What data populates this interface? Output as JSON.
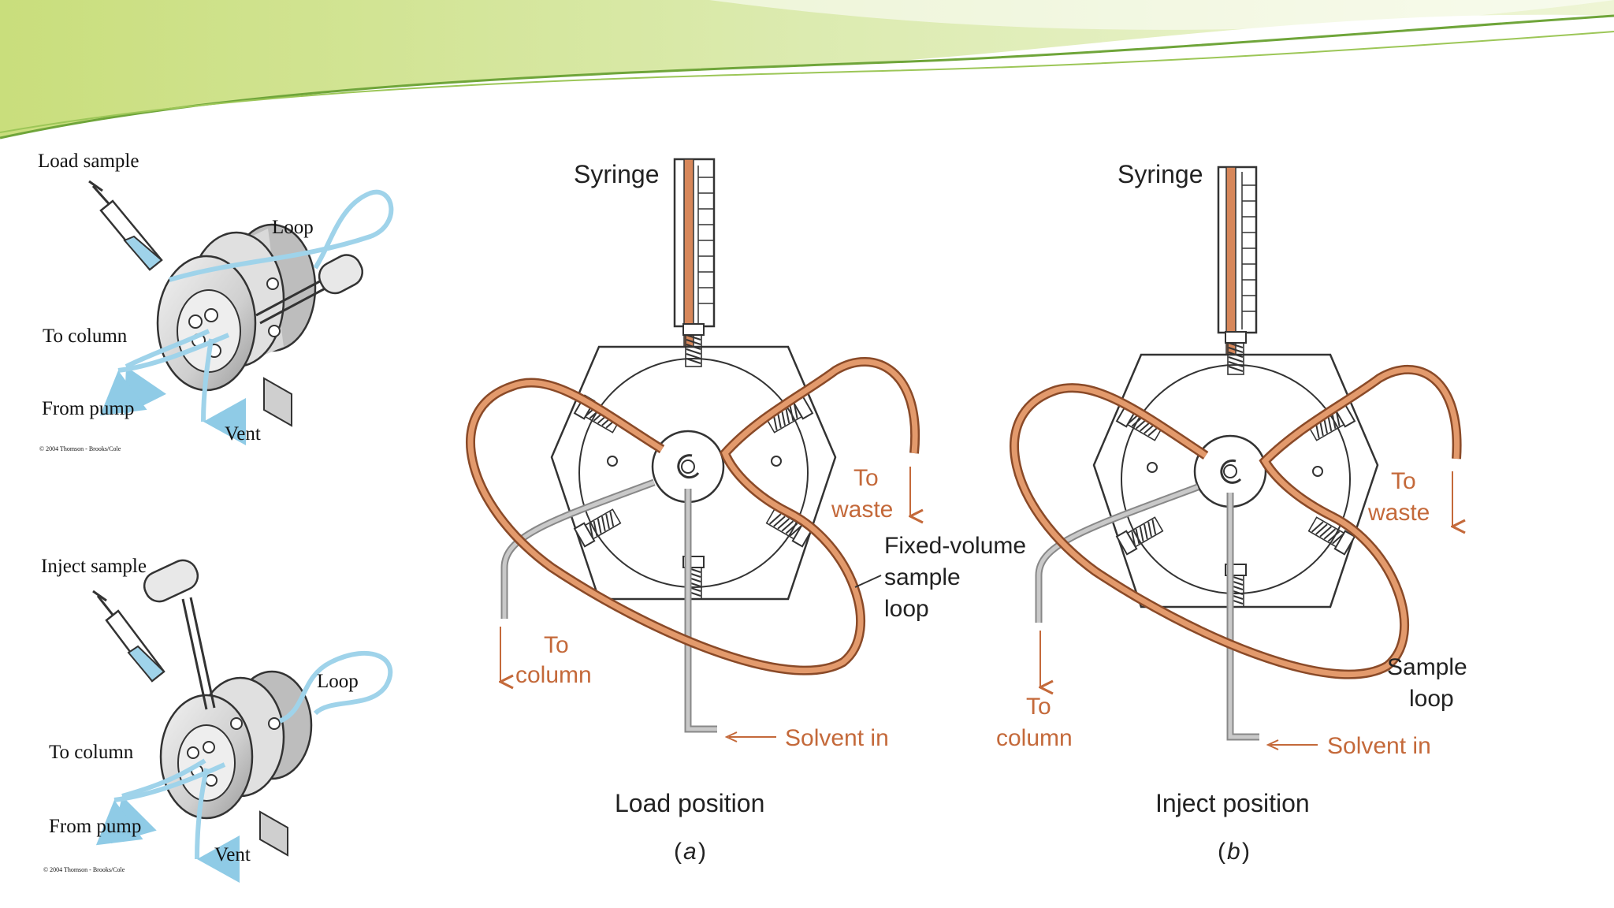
{
  "colors": {
    "loop": "#d7875a",
    "flow": "#9fd3ea",
    "steel": "#a7a7a7",
    "banner_light": "#d9e8a4",
    "banner_dark": "#6fa53a"
  },
  "upper_panel": {
    "title": "Load sample",
    "loop": "Loop",
    "to_column": "To column",
    "from_pump": "From pump",
    "vent": "Vent",
    "credit": "© 2004 Thomson - Brooks/Cole"
  },
  "lower_panel": {
    "title": "Inject sample",
    "loop": "Loop",
    "to_column": "To column",
    "from_pump": "From pump",
    "vent": "Vent",
    "credit": "© 2004 Thomson - Brooks/Cole"
  },
  "valve_a": {
    "syringe": "Syringe",
    "to_waste_1": "To",
    "to_waste_2": "waste",
    "loop_1": "Fixed-volume",
    "loop_2": "sample",
    "loop_3": "loop",
    "to_column_1": "To",
    "to_column_2": "column",
    "solvent_in": "Solvent in",
    "caption": "Load position",
    "letter_open": "(",
    "letter": "a",
    "letter_close": ")"
  },
  "valve_b": {
    "syringe": "Syringe",
    "to_waste_1": "To",
    "to_waste_2": "waste",
    "loop_1": "Sample",
    "loop_2": "loop",
    "to_column_1": "To",
    "to_column_2": "column",
    "solvent_in": "Solvent in",
    "caption": "Inject position",
    "letter_open": "(",
    "letter": "b",
    "letter_close": ")"
  }
}
